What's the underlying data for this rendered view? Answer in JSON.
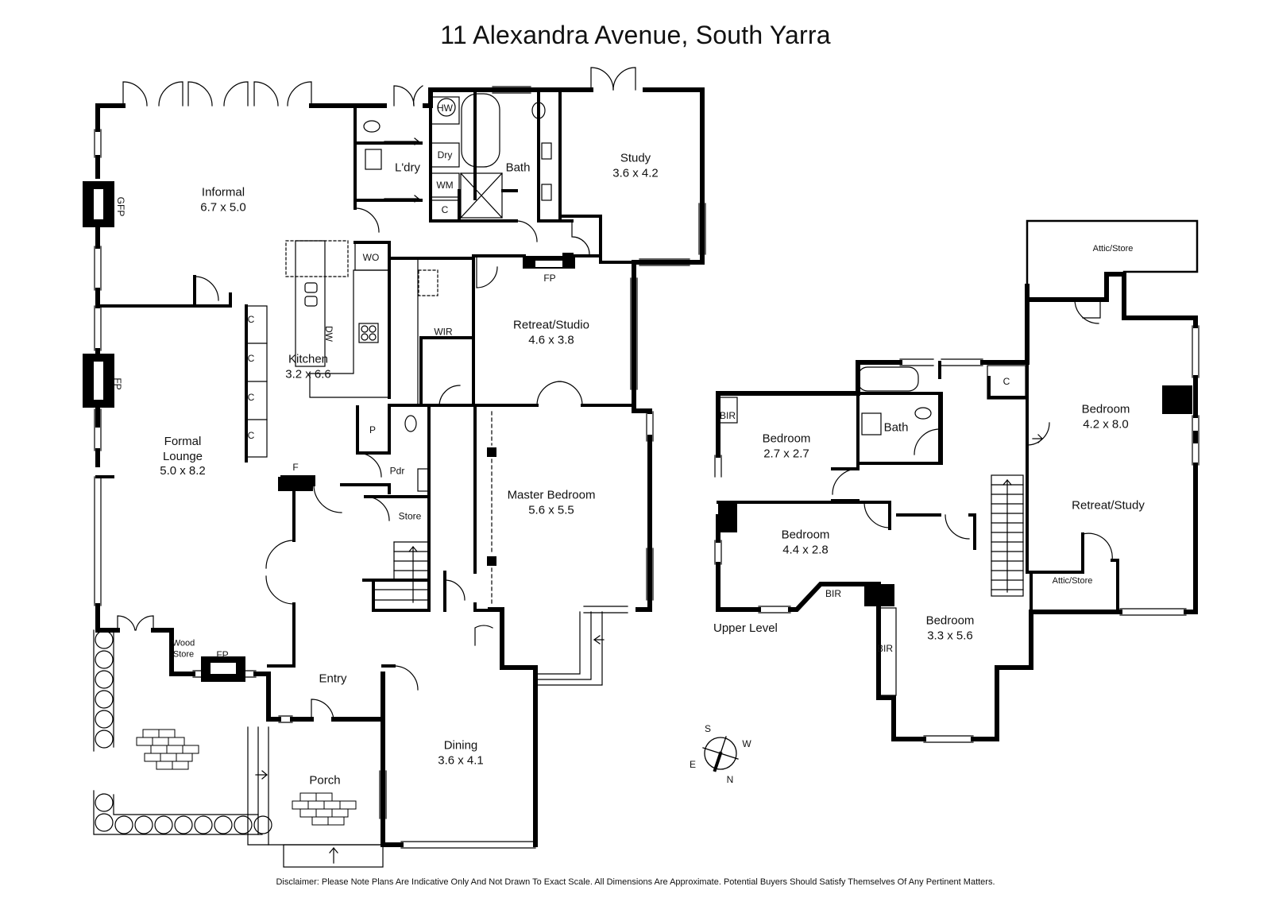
{
  "title": "11 Alexandra Avenue, South Yarra",
  "disclaimer": "Disclaimer: Please Note Plans Are Indicative Only And Not Drawn To Exact Scale. All Dimensions Are Approximate. Potential Buyers Should Satisfy Themselves Of Any Pertinent Matters.",
  "ground": {
    "informal": {
      "name": "Informal",
      "dim": "6.7 x 5.0"
    },
    "kitchen": {
      "name": "Kitchen",
      "dim": "3.2 x 6.6"
    },
    "formal_lounge": {
      "name": "Formal\nLounge",
      "dim": "5.0 x 8.2"
    },
    "laundry": "L'dry",
    "bath": "Bath",
    "study": {
      "name": "Study",
      "dim": "3.6 x 4.2"
    },
    "retreat_studio": {
      "name": "Retreat/Studio",
      "dim": "4.6 x 3.8"
    },
    "wir": "WIR",
    "master_bedroom": {
      "name": "Master Bedroom",
      "dim": "5.6 x 5.5"
    },
    "store": "Store",
    "pdr": "Pdr",
    "entry": "Entry",
    "dining": {
      "name": "Dining",
      "dim": "3.6 x 4.1"
    },
    "porch": "Porch",
    "wood_store": "Wood\nStore",
    "tags": {
      "hw": "HW",
      "dry": "Dry",
      "wm": "WM",
      "c": "C",
      "wo": "WO",
      "dw": "DW",
      "fp": "FP",
      "gfp": "GFP",
      "p": "P",
      "f": "F"
    }
  },
  "upper": {
    "level_label": "Upper Level",
    "attic_store": "Attic/Store",
    "bedroom_1": {
      "name": "Bedroom",
      "dim": "2.7 x 2.7"
    },
    "bath": "Bath",
    "bedroom_2": {
      "name": "Bedroom",
      "dim": "4.2 x 8.0"
    },
    "bedroom_3": {
      "name": "Bedroom",
      "dim": "4.4 x 2.8"
    },
    "retreat_study": "Retreat/Study",
    "attic_store_2": "Attic/Store",
    "bedroom_4": {
      "name": "Bedroom",
      "dim": "3.3 x 5.6"
    },
    "tags": {
      "bir": "BIR",
      "c": "C"
    }
  },
  "compass": {
    "s": "S",
    "w": "W",
    "e": "E",
    "n": "N"
  }
}
